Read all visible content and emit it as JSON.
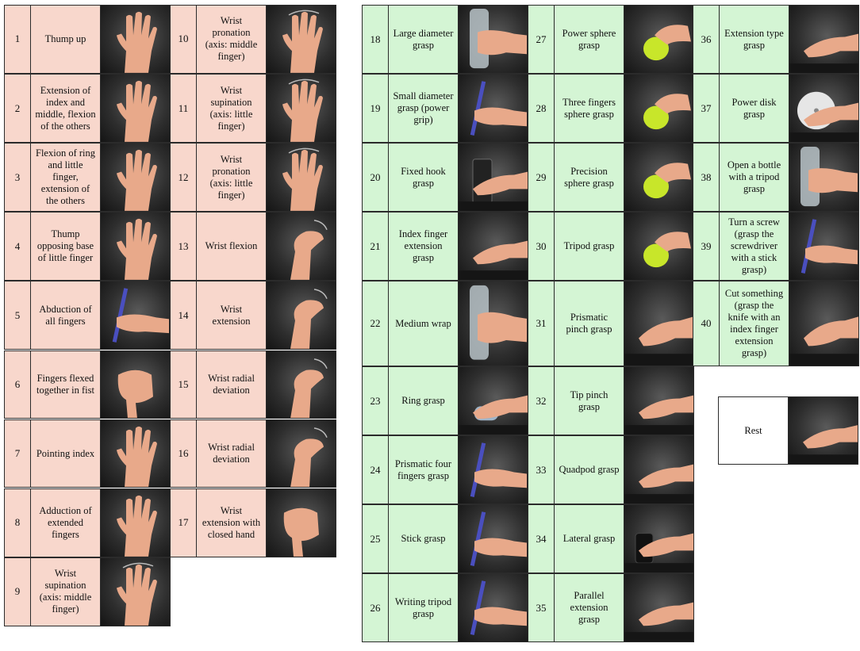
{
  "colors": {
    "pink": "#f8d7cc",
    "green": "#d4f5d4",
    "border": "#2b2b2b",
    "skin": "#e8a98a"
  },
  "gestures": [
    {
      "n": "1",
      "label": "Thump up",
      "icon": "hand-thumb-up-icon"
    },
    {
      "n": "2",
      "label": "Extension of index and middle, flexion of the others",
      "icon": "hand-v-sign-icon"
    },
    {
      "n": "3",
      "label": "Flexion of ring and little finger, extension of the others",
      "icon": "hand-three-fingers-icon"
    },
    {
      "n": "4",
      "label": "Thump opposing base of little finger",
      "icon": "hand-four-fingers-icon"
    },
    {
      "n": "5",
      "label": "Abduction of all fingers",
      "icon": "hand-open-spread-icon"
    },
    {
      "n": "6",
      "label": "Fingers flexed together in fist",
      "icon": "hand-fist-icon"
    },
    {
      "n": "7",
      "label": "Pointing index",
      "icon": "hand-pointing-icon"
    },
    {
      "n": "8",
      "label": "Adduction of extended fingers",
      "icon": "hand-flat-icon"
    },
    {
      "n": "9",
      "label": "Wrist supination (axis: middle finger)",
      "icon": "hand-rotate-icon"
    },
    {
      "n": "10",
      "label": "Wrist pronation (axis: middle finger)",
      "icon": "hand-rotate-icon"
    },
    {
      "n": "11",
      "label": "Wrist supination (axis: little finger)",
      "icon": "hand-rotate-icon"
    },
    {
      "n": "12",
      "label": "Wrist pronation (axis: little finger)",
      "icon": "hand-rotate-icon"
    },
    {
      "n": "13",
      "label": "Wrist flexion",
      "icon": "wrist-flex-icon"
    },
    {
      "n": "14",
      "label": "Wrist extension",
      "icon": "wrist-extend-icon"
    },
    {
      "n": "15",
      "label": "Wrist radial deviation",
      "icon": "wrist-deviation-icon"
    },
    {
      "n": "16",
      "label": "Wrist radial deviation",
      "icon": "wrist-deviation-icon"
    },
    {
      "n": "17",
      "label": "Wrist extension with closed hand",
      "icon": "hand-fist-icon"
    },
    {
      "n": "18",
      "label": "Large diameter grasp",
      "icon": "grasp-bottle-icon"
    },
    {
      "n": "19",
      "label": "Small diameter grasp (power grip)",
      "icon": "grasp-handle-icon"
    },
    {
      "n": "20",
      "label": "Fixed hook grasp",
      "icon": "grasp-hook-icon"
    },
    {
      "n": "21",
      "label": "Index finger extension grasp",
      "icon": "grasp-knife-icon"
    },
    {
      "n": "22",
      "label": "Medium wrap",
      "icon": "grasp-bottle-icon"
    },
    {
      "n": "23",
      "label": "Ring grasp",
      "icon": "grasp-ring-icon"
    },
    {
      "n": "24",
      "label": "Prismatic four fingers grasp",
      "icon": "grasp-pen-icon"
    },
    {
      "n": "25",
      "label": "Stick grasp",
      "icon": "grasp-pen-icon"
    },
    {
      "n": "26",
      "label": "Writing tripod grasp",
      "icon": "grasp-pen-icon"
    },
    {
      "n": "27",
      "label": "Power sphere grasp",
      "icon": "grasp-ball-icon"
    },
    {
      "n": "28",
      "label": "Three fingers sphere grasp",
      "icon": "grasp-ball-icon"
    },
    {
      "n": "29",
      "label": "Precision sphere grasp",
      "icon": "grasp-ball-icon"
    },
    {
      "n": "30",
      "label": "Tripod grasp",
      "icon": "grasp-ball-icon"
    },
    {
      "n": "31",
      "label": "Prismatic pinch grasp",
      "icon": "grasp-pinch-icon"
    },
    {
      "n": "32",
      "label": "Tip pinch grasp",
      "icon": "grasp-pinch-icon"
    },
    {
      "n": "33",
      "label": "Quadpod grasp",
      "icon": "grasp-pinch-icon"
    },
    {
      "n": "34",
      "label": "Lateral grasp",
      "icon": "grasp-lateral-icon"
    },
    {
      "n": "35",
      "label": "Parallel extension grasp",
      "icon": "grasp-parallel-icon"
    },
    {
      "n": "36",
      "label": "Extension type grasp",
      "icon": "grasp-card-icon"
    },
    {
      "n": "37",
      "label": "Power disk grasp",
      "icon": "grasp-disk-icon"
    },
    {
      "n": "38",
      "label": "Open a bottle with a tripod grasp",
      "icon": "grasp-bottle-cap-icon"
    },
    {
      "n": "39",
      "label": "Turn a screw (grasp the screwdriver with a stick grasp)",
      "icon": "grasp-screwdriver-icon"
    },
    {
      "n": "40",
      "label": "Cut something (grasp the knife with an index finger extension grasp)",
      "icon": "grasp-knife-icon"
    }
  ],
  "rest": {
    "label": "Rest",
    "icon": "hand-rest-icon"
  }
}
